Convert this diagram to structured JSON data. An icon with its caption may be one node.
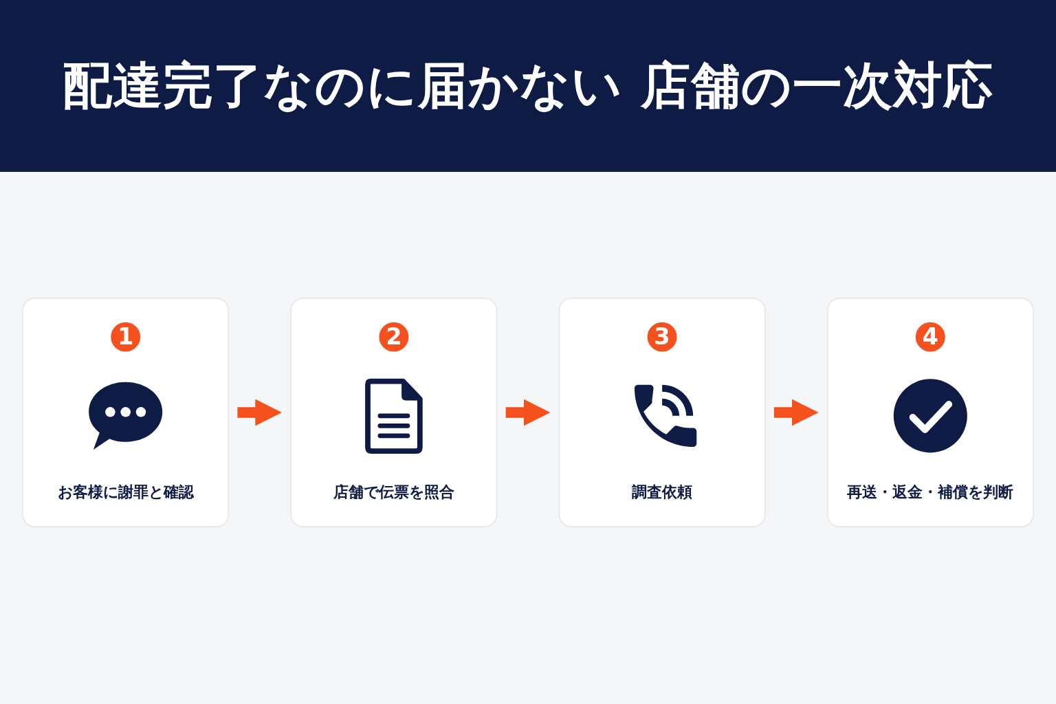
{
  "diagram": {
    "title": "配達完了なのに届かない 店舗の一次対応",
    "nodes": [
      {
        "text": [
          "お客様に謝罪と確認"
        ]
      },
      {
        "text": [
          "1"
        ],
        "in": 0
      },
      {
        "text": [
          "店舗で伝票を照合"
        ]
      },
      {
        "text": [
          "2"
        ],
        "in": 2
      },
      {
        "text": [
          "調査依頼"
        ]
      },
      {
        "text": [
          "3"
        ],
        "in": 4
      },
      {
        "text": [
          "再送・返金・補償を判断"
        ]
      },
      {
        "text": [
          "4"
        ],
        "in": 6
      }
    ],
    "edges": [
      {
        "from": 0,
        "to": 2,
        "arrow": "to"
      },
      {
        "from": 2,
        "to": 4,
        "arrow": "to"
      },
      {
        "from": 4,
        "to": 6,
        "arrow": "to"
      }
    ]
  }
}
